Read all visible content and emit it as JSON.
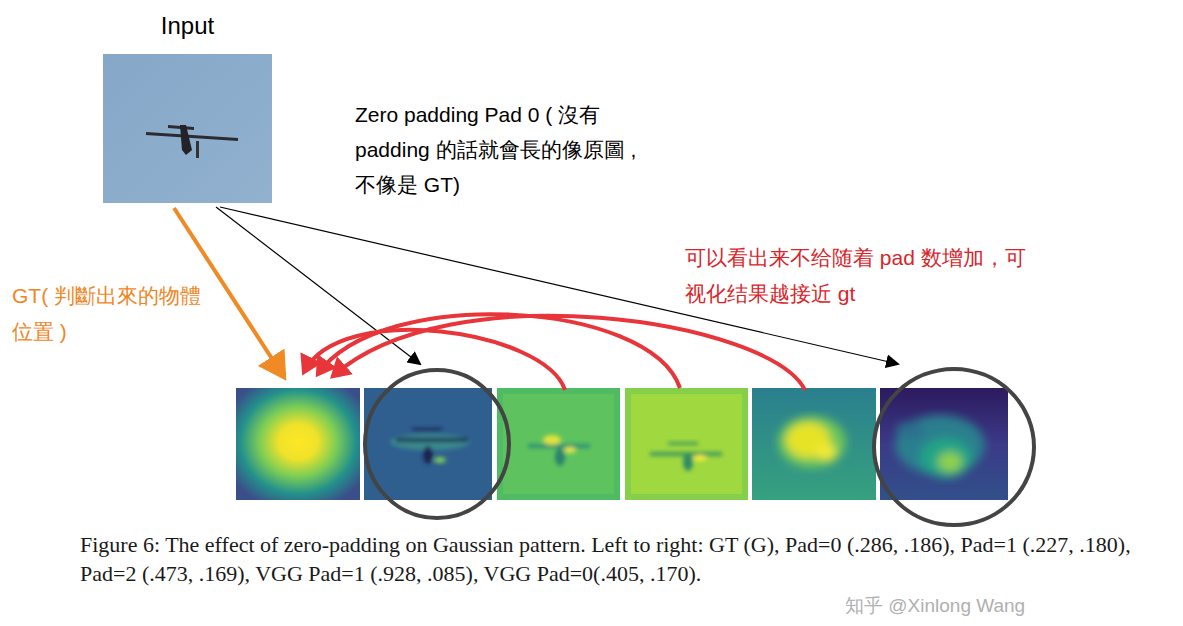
{
  "diagram": {
    "caption": "Figure 6: The effect of zero-padding on Gaussian pattern. Left to right: GT (G), Pad=0 (.286, .186), Pad=1 (.227, .180), Pad=2 (.473, .169), VGG Pad=1 (.928, .085), VGG Pad=0(.405, .170).",
    "nodes": [
      {
        "text": [
          "Input"
        ]
      }
    ],
    "labels": [
      "Zero padding Pad 0 ( 沒有 padding 的話就會長的像原圖 , 不像是 GT)",
      "可以看出来不给随着 pad 数增加，可视化结果越接近 gt",
      "GT( 判斷出來的物體位置 )",
      "知乎 @Xinlong Wang"
    ]
  }
}
